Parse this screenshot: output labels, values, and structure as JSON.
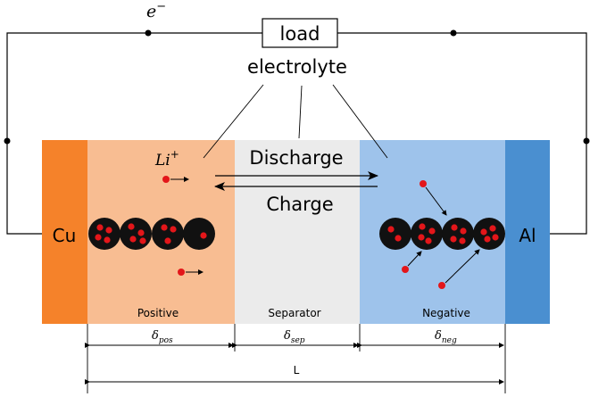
{
  "electron_symbol": {
    "base": "e",
    "sup": "−"
  },
  "load_label": "load",
  "electrolyte_label": "electrolyte",
  "ion_symbol": {
    "base": "Li",
    "sup": "+"
  },
  "discharge_label": "Discharge",
  "charge_label": "Charge",
  "collector_left_label": "Cu",
  "collector_right_label": "Al",
  "regions": {
    "positive": "Positive",
    "separator": "Separator",
    "negative": "Negative"
  },
  "dimensions": {
    "pos": {
      "base": "δ",
      "sub": "pos"
    },
    "sep": {
      "base": "δ",
      "sub": "sep"
    },
    "neg": {
      "base": "δ",
      "sub": "neg"
    },
    "total": "L"
  },
  "colors": {
    "copper": "#f5822a",
    "positive": "#f8bd92",
    "separator": "#ebebeb",
    "negative": "#9ec3eb",
    "aluminum": "#4a8fd0",
    "ion": "#e3161a",
    "particle": "#111111",
    "wire": "#000000"
  }
}
